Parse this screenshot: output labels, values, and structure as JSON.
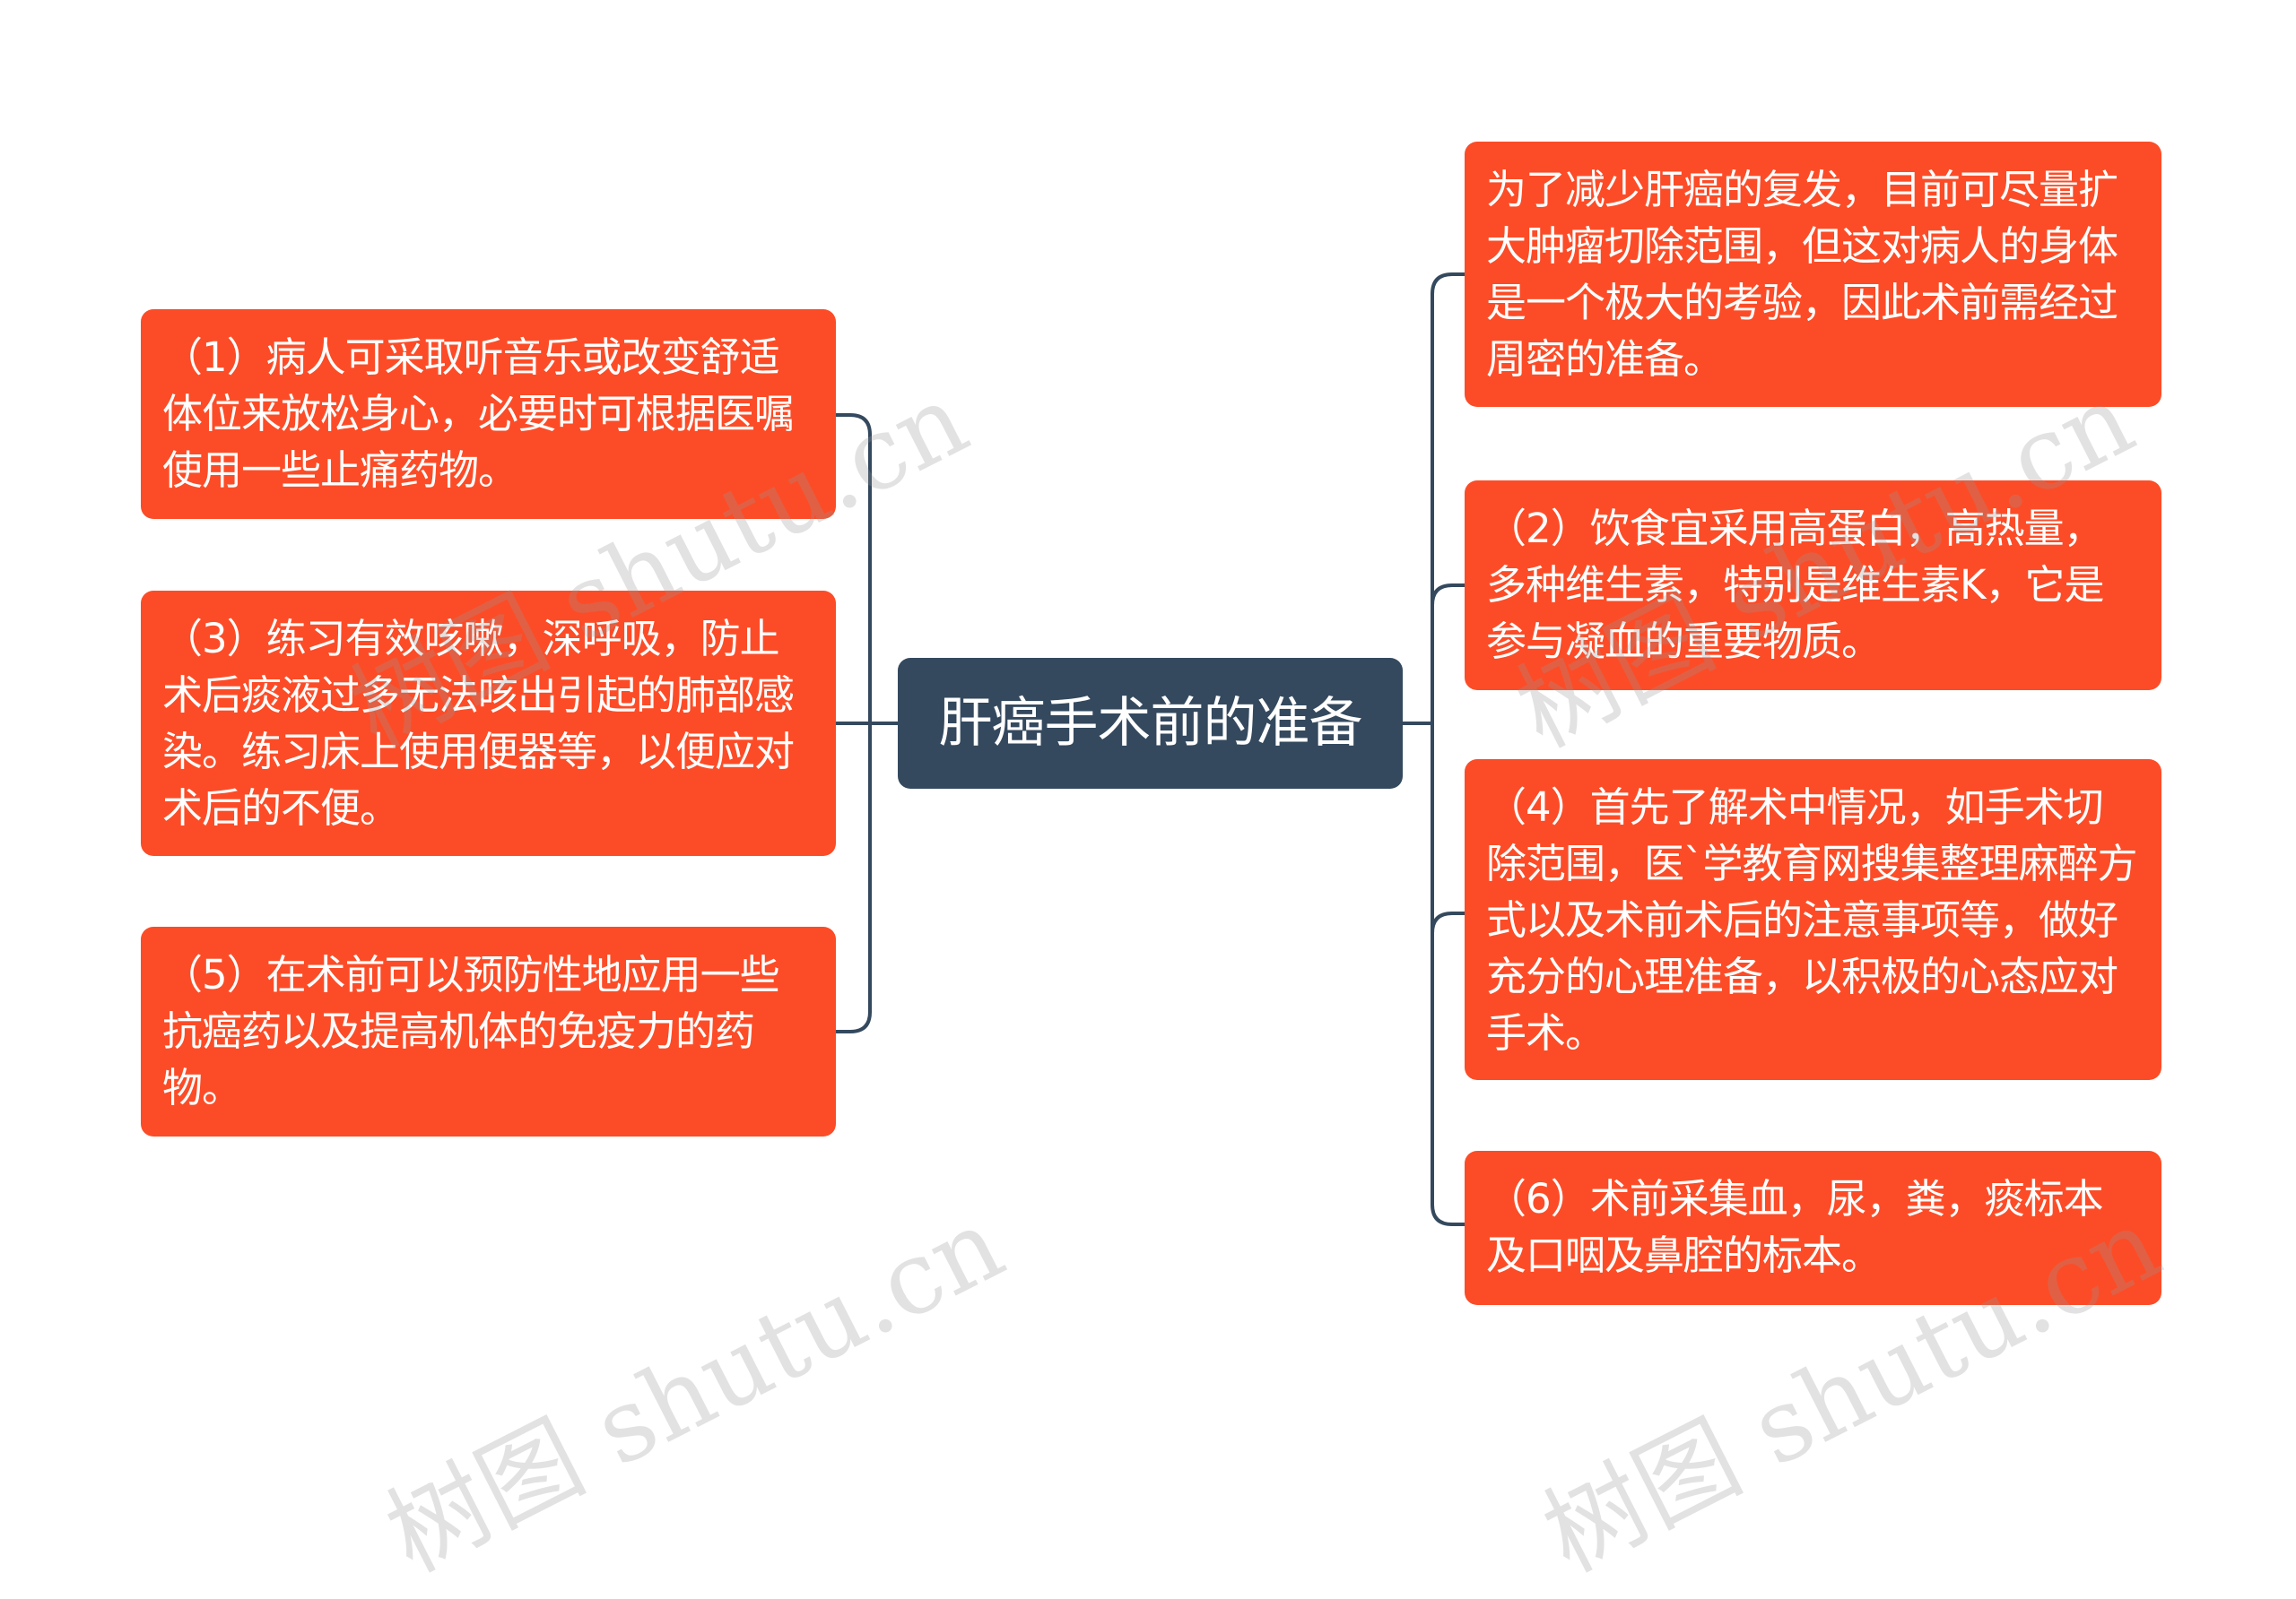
{
  "root": {
    "label": "肝癌手术前的准备"
  },
  "left_nodes": [
    {
      "text": "（1）病人可采取听音乐或改变舒适体位来放松身心，必要时可根据医嘱使用一些止痛药物。"
    },
    {
      "text": "（3）练习有效咳嗽，深呼吸，防止术后痰液过多无法咳出引起的肺部感染。练习床上使用便器等，以便应对术后的不便。"
    },
    {
      "text": "（5）在术前可以预防性地应用一些抗癌药以及提高机体的免疫力的药物。"
    }
  ],
  "right_nodes": [
    {
      "text": "为了减少肝癌的复发，目前可尽量扩大肿瘤切除范围，但这对病人的身体是一个极大的考验，因此术前需经过周密的准备。"
    },
    {
      "text": "（2）饮食宜采用高蛋白，高热量，多种维生素，特别是维生素K，它是参与凝血的重要物质。"
    },
    {
      "text": "（4）首先了解术中情况，如手术切除范围，医`学教育网搜集整理麻醉方式以及术前术后的注意事项等，做好充分的心理准备，以积极的心态应对手术。"
    },
    {
      "text": "（6）术前采集血，尿，粪，痰标本及口咽及鼻腔的标本。"
    }
  ],
  "watermark": {
    "text": "树图 shutu.cn"
  },
  "colors": {
    "node_fill": "#fc4c27",
    "root_fill": "#34495e",
    "connector": "#34495e",
    "text": "#ffffff"
  }
}
